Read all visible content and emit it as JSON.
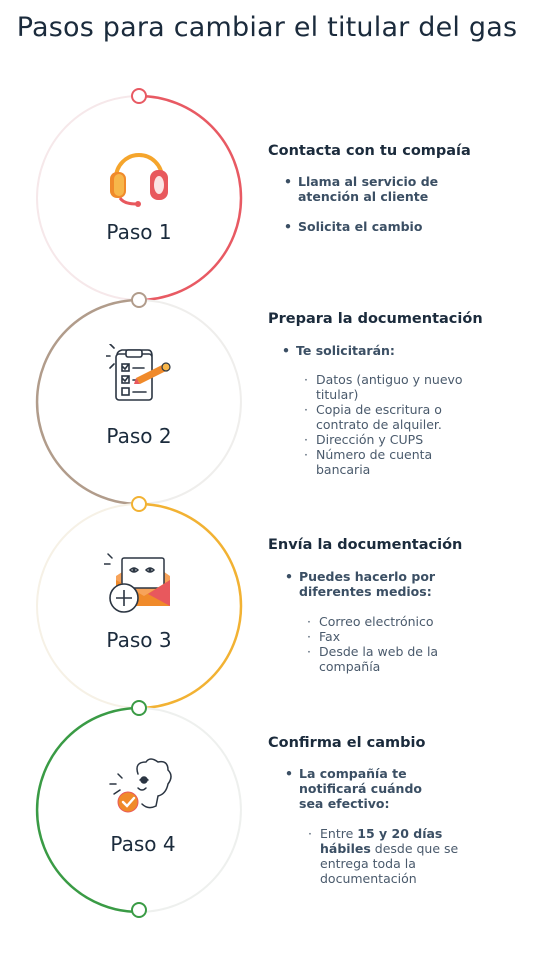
{
  "title": "Pasos para cambiar el titular del gas",
  "colors": {
    "step1": "#e85a63",
    "step2": "#b19c8b",
    "step3": "#f2b233",
    "step4": "#3a9b45",
    "faint": "#f0eded",
    "text": "#1b2b3c"
  },
  "steps": [
    {
      "label": "Paso 1",
      "icon": "headset-icon",
      "heading": "Contacta con tu compaía",
      "bullets": [
        "Llama al servicio de atención al cliente",
        "Solicita el cambio"
      ],
      "subitems": []
    },
    {
      "label": "Paso 2",
      "icon": "clipboard-checklist-icon",
      "heading": "Prepara la documentación",
      "bullets": [
        "Te solicitarán:"
      ],
      "subitems": [
        "Datos (antiguo y nuevo titular)",
        "Copia de escritura o contrato de alquiler.",
        "Dirección y  CUPS",
        "Número de cuenta bancaria"
      ]
    },
    {
      "label": "Paso 3",
      "icon": "envelope-plus-icon",
      "heading": "Envía la documentación",
      "bullets": [
        "Puedes hacerlo por diferentes medios:"
      ],
      "subitems": [
        "Correo electrónico",
        "Fax",
        "Desde la web de la compañía"
      ]
    },
    {
      "label": "Paso 4",
      "icon": "person-check-icon",
      "heading": "Confirma el cambio",
      "bullets": [
        "La compañía te notificará cuándo sea efectivo:"
      ],
      "subitems": [],
      "detail": {
        "pre": "Entre ",
        "bold": "15 y 20 días hábiles",
        "post": " desde que se entrega toda la documentación"
      }
    }
  ]
}
